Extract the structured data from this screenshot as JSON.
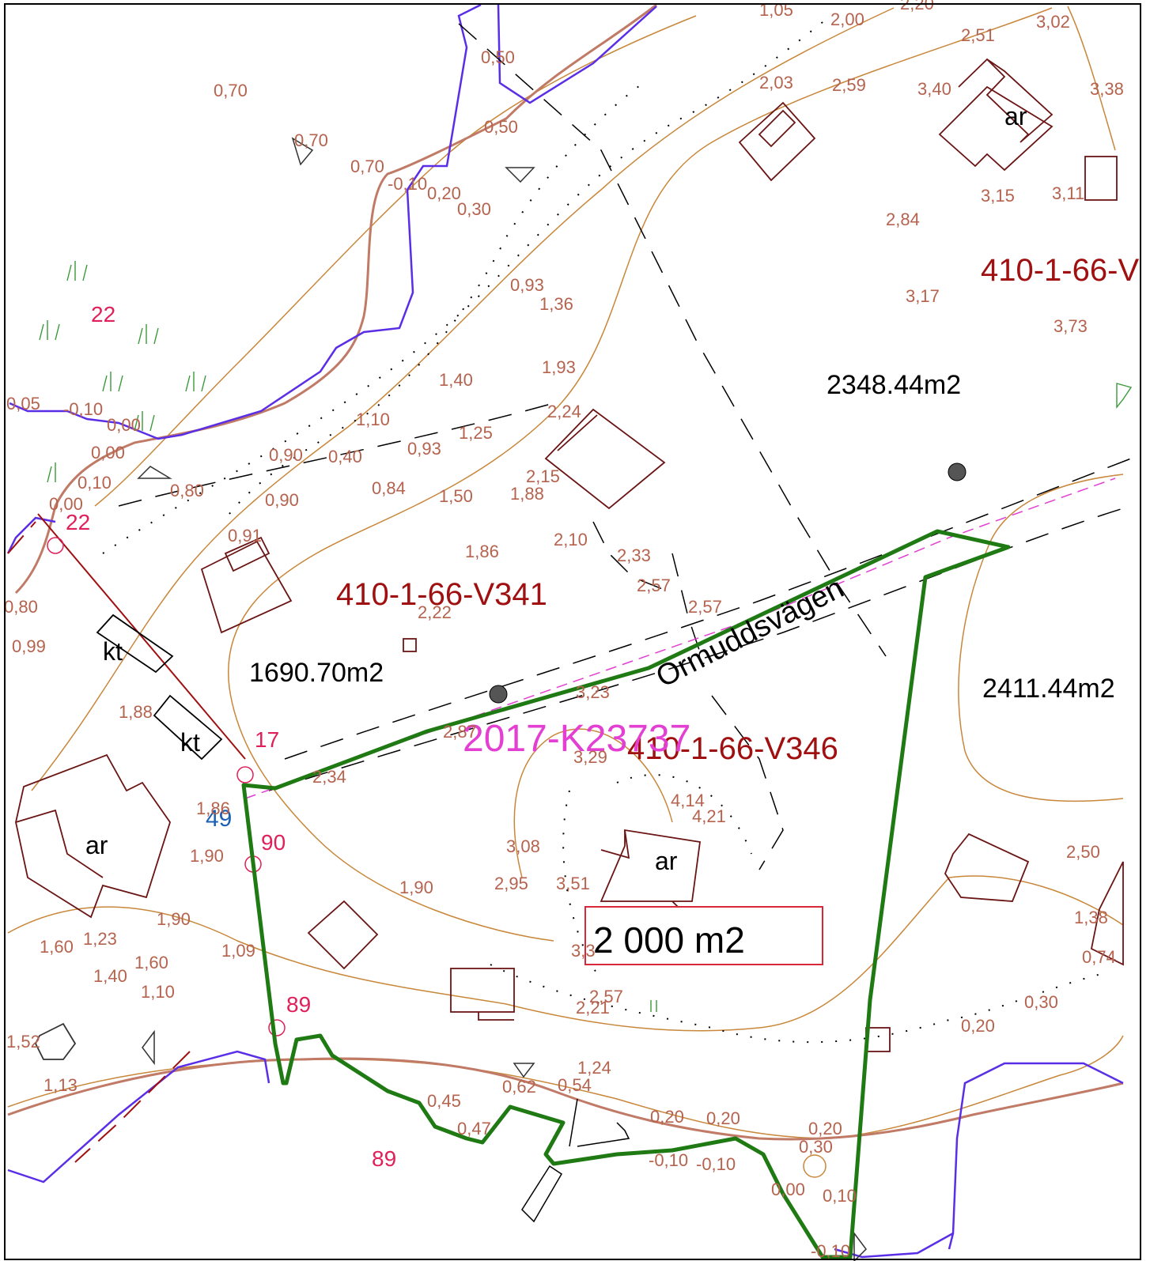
{
  "colors": {
    "background": "#ffffff",
    "frame": "#000000",
    "contour": "#c8873a",
    "shore": "#c07a66",
    "water": "#5a2ee6",
    "building": "#6b1414",
    "parcel_boundary": "#1f7a14",
    "road_line": "#000000",
    "register_line": "#e33fd3",
    "parcel_id": "#a01010",
    "spot_height": "#b5634e",
    "point_number": "#e0205a",
    "vegetation": "#3a9a3a",
    "blue_label": "#1a5fb4",
    "area_box": "#d9283a"
  },
  "labels": {
    "parcels": [
      {
        "id": "parcel-v341",
        "text": "410-1-66-V341"
      },
      {
        "id": "parcel-v346",
        "text": "410-1-66-V346"
      },
      {
        "id": "parcel-v-edge",
        "text": "410-1-66-V"
      }
    ],
    "areas": [
      {
        "id": "area-1690",
        "text": "1690.70m2"
      },
      {
        "id": "area-2348",
        "text": "2348.44m2"
      },
      {
        "id": "area-2411",
        "text": "2411.44m2"
      }
    ],
    "road_name": "Ormuddsvägen",
    "case_number": "2017-K23737",
    "area_box": "2 000 m2",
    "building_codes": [
      "ar",
      "ar",
      "ar",
      "kt",
      "kt"
    ],
    "point_numbers": [
      "22",
      "22",
      "17",
      "90",
      "89",
      "89"
    ],
    "blue_number": "49",
    "spot_heights": [
      "1,05",
      "2,00",
      "2,20",
      "2,51",
      "3,02",
      "0,50",
      "0,70",
      "2,03",
      "2,59",
      "3,40",
      "3,38",
      "0,50",
      "0,70",
      "0,70",
      "-0,10",
      "0,20",
      "0,30",
      "3,15",
      "3,11",
      "2,84",
      "0,93",
      "1,36",
      "3,17",
      "3,73",
      "1,93",
      "1,40",
      "2,24",
      "0,05",
      "-0,10",
      "0,00",
      "1,10",
      "1,25",
      "0,00",
      "0,90",
      "0,40",
      "0,93",
      "0,10",
      "0,80",
      "2,15",
      "0,00",
      "0,84",
      "1,50",
      "1,88",
      "0,90",
      "0,91",
      "1,86",
      "2,10",
      "2,33",
      "2,57",
      "2,57",
      "0,80",
      "2,22",
      "0,99",
      "3,23",
      "1,88",
      "2,87",
      "3,29",
      "2,34",
      "1,86",
      "4,14",
      "4,21",
      "1,90",
      "3,08",
      "2,50",
      "2,95",
      "3,51",
      "1,90",
      "1,90",
      "1,38",
      "3,3",
      "0,74",
      "1,60",
      "1,23",
      "1,09",
      "1,40",
      "1,60",
      "1,10",
      "2,57",
      "2,21",
      "0,30",
      "0,20",
      "1,52",
      "1,13",
      "1,24",
      "0,45",
      "0,62",
      "0,54",
      "0,20",
      "0,20",
      "0,20",
      "0,30",
      "0,47",
      "-0,10",
      "-0,10",
      "0,00",
      "0,10",
      "-0,10"
    ]
  }
}
